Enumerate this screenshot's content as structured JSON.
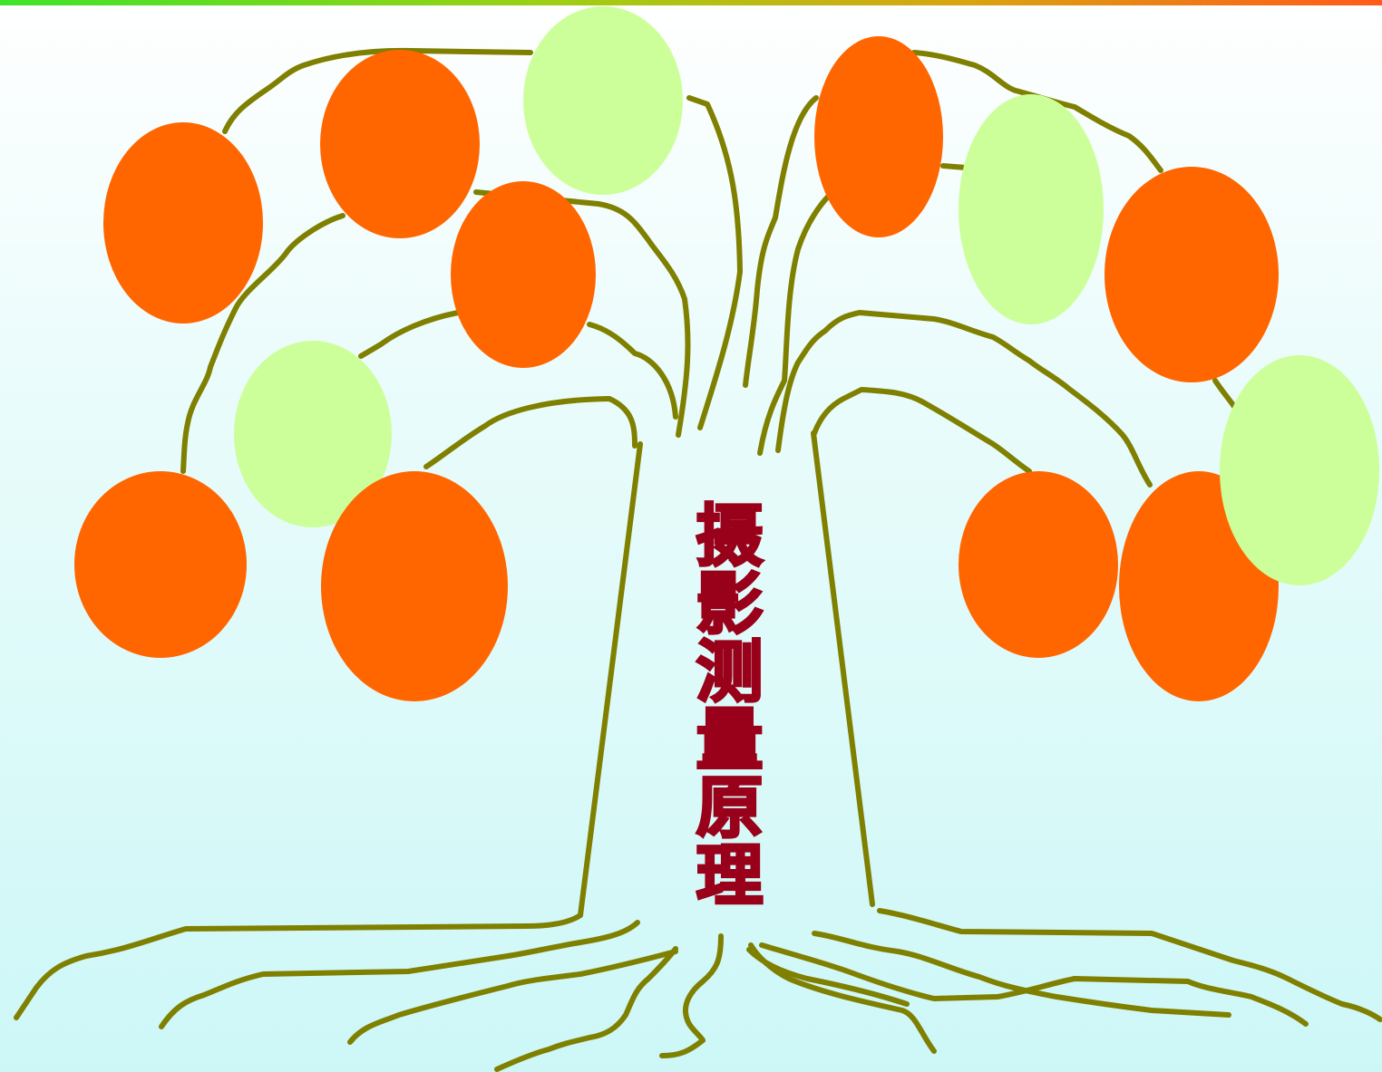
{
  "title": {
    "chars": [
      "摄",
      "影",
      "测",
      "量",
      "原",
      "理"
    ],
    "color": "#99001a"
  },
  "colors": {
    "branch": "#7f7f00",
    "fruit_orange": "#ff6600",
    "fruit_green": "#ccff99",
    "top_bar": [
      "#3ee42a",
      "#ff5a1a"
    ]
  },
  "fruits": [
    {
      "color": "orange"
    },
    {
      "color": "orange"
    },
    {
      "color": "green"
    },
    {
      "color": "orange"
    },
    {
      "color": "green"
    },
    {
      "color": "orange"
    },
    {
      "color": "orange"
    },
    {
      "color": "orange"
    },
    {
      "color": "green"
    },
    {
      "color": "orange"
    },
    {
      "color": "orange"
    },
    {
      "color": "orange"
    },
    {
      "color": "green"
    }
  ]
}
